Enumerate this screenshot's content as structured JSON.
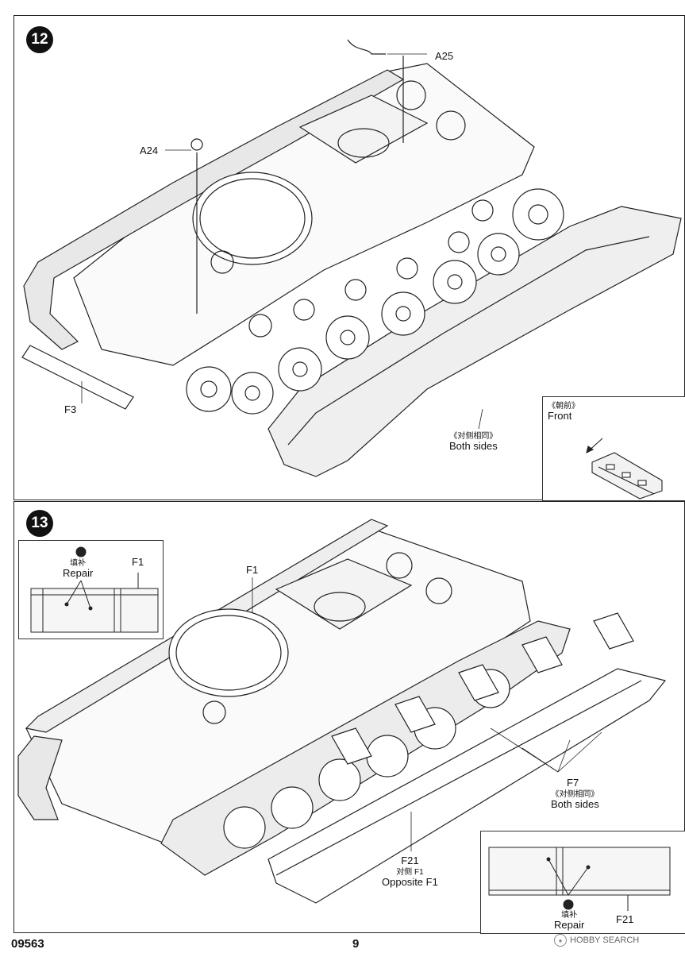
{
  "step12": {
    "number": "12",
    "labels": {
      "a25": "A25",
      "a24": "A24",
      "f3": "F3",
      "both_sides_cn": "《对侧相同》",
      "both_sides": "Both sides"
    },
    "inset": {
      "front_cn": "《朝前》",
      "front": "Front"
    }
  },
  "step13": {
    "number": "13",
    "labels": {
      "f1_top": "F1",
      "f7": "F7",
      "f7_cn": "《对侧相同》",
      "f7_en": "Both sides",
      "f21": "F21",
      "f21_cn": "对侧 F1",
      "f21_en": "Opposite F1"
    },
    "inset_left": {
      "repair_cn": "填补",
      "repair": "Repair",
      "part": "F1"
    },
    "inset_right": {
      "repair_cn": "填补",
      "repair": "Repair",
      "part": "F21"
    }
  },
  "footer": {
    "product_code": "09563",
    "page_number": "9",
    "watermark": "HOBBY SEARCH"
  }
}
